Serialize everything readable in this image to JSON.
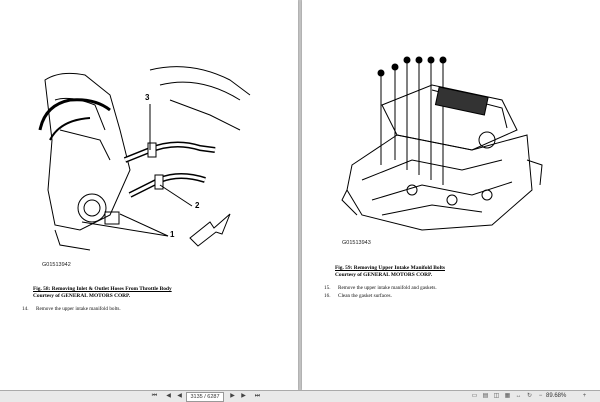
{
  "left_page": {
    "figure_id": "G01513942",
    "callouts": [
      "3",
      "2",
      "1"
    ],
    "caption_title": "Fig. 58: Removing Inlet & Outlet Hoses From Throttle Body",
    "caption_credit": "Courtesy of GENERAL MOTORS CORP.",
    "steps": [
      {
        "num": "14.",
        "text": "Remove the upper intake manifold bolts."
      }
    ]
  },
  "right_page": {
    "figure_id": "G01513943",
    "caption_title": "Fig. 59: Removing Upper Intake Manifold Bolts",
    "caption_credit": "Courtesy of GENERAL MOTORS CORP.",
    "steps": [
      {
        "num": "15.",
        "text": "Remove the upper intake manifold and gaskets."
      },
      {
        "num": "16.",
        "text": "Clean the gasket surfaces."
      }
    ]
  },
  "statusbar": {
    "page_indicator": "3135 / 6287",
    "zoom": "89.68%",
    "nav_icons": [
      "first-page-icon",
      "previous-page-icon",
      "next-page-icon",
      "last-page-icon"
    ],
    "view_icons": [
      "single-page-icon",
      "continuous-page-icon",
      "facing-page-icon",
      "continuous-facing-icon",
      "fit-width-icon",
      "rotate-icon"
    ],
    "zoom_icons": [
      "zoom-out-icon",
      "zoom-in-icon"
    ]
  }
}
